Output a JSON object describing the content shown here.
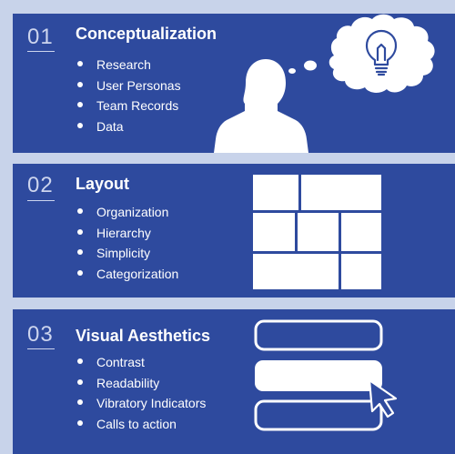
{
  "sections": [
    {
      "number": "01",
      "title": "Conceptualization",
      "items": [
        "Research",
        "User Personas",
        "Team Records",
        "Data"
      ],
      "illustration": "person-thinking-lightbulb-icon"
    },
    {
      "number": "02",
      "title": "Layout",
      "items": [
        "Organization",
        "Hierarchy",
        "Simplicity",
        "Categorization"
      ],
      "illustration": "grid-layout-icon"
    },
    {
      "number": "03",
      "title": "Visual Aesthetics",
      "items": [
        "Contrast",
        "Readability",
        "Vibratory Indicators",
        "Calls to action"
      ],
      "illustration": "buttons-cursor-icon"
    }
  ],
  "colors": {
    "background": "#c8d3ea",
    "panel": "#2e4a9e",
    "foreground": "#ffffff"
  }
}
